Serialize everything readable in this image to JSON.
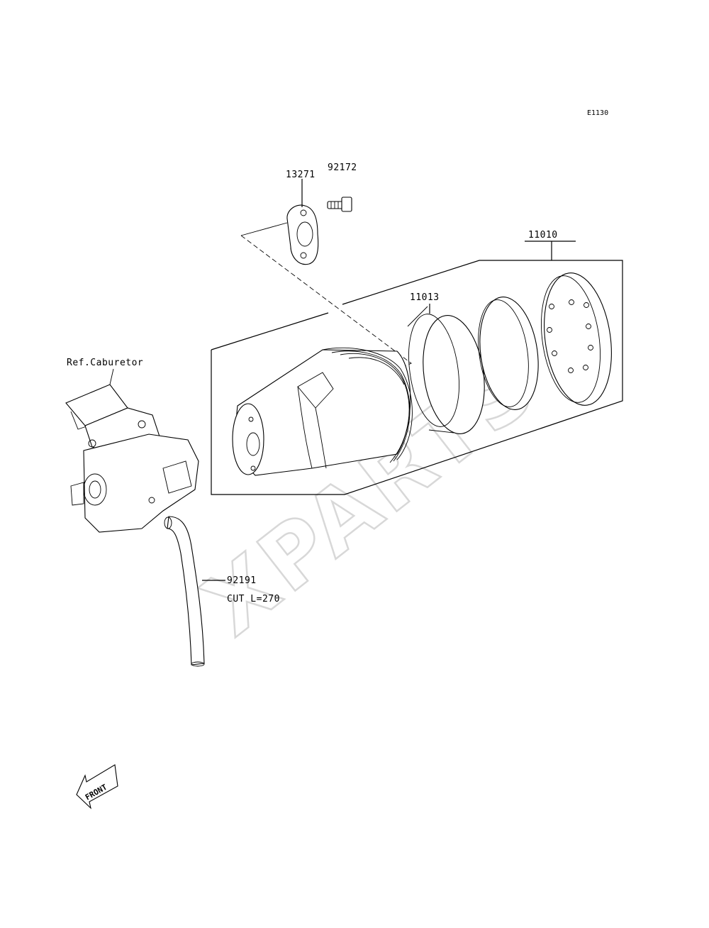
{
  "diagram": {
    "code": "E1130",
    "watermark": "XPARTS",
    "front_label": "FRONT",
    "callouts": {
      "part_13271": "13271",
      "part_92172": "92172",
      "part_11010": "11010",
      "part_11013": "11013",
      "ref_carburetor": "Ref.Caburetor",
      "part_92191": "92191",
      "cut_length": "CUT L=270"
    }
  }
}
